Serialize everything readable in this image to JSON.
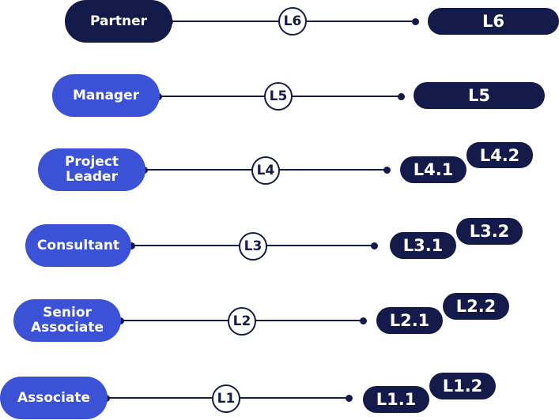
{
  "rows": [
    {
      "role": "Partner",
      "level": "L6",
      "sublevels": [
        "L6"
      ]
    },
    {
      "role": "Manager",
      "level": "L5",
      "sublevels": [
        "L5"
      ]
    },
    {
      "role": "Project Leader",
      "level": "L4",
      "sublevels": [
        "L4.1",
        "L4.2"
      ]
    },
    {
      "role": "Consultant",
      "level": "L3",
      "sublevels": [
        "L3.1",
        "L3.2"
      ]
    },
    {
      "role": "Senior Associate",
      "level": "L2",
      "sublevels": [
        "L2.1",
        "L2.2"
      ]
    },
    {
      "role": "Associate",
      "level": "L1",
      "sublevels": [
        "L1.1",
        "L1.2"
      ]
    }
  ],
  "colors": {
    "navy": "#141a4a",
    "blue": "#3b52d6"
  }
}
